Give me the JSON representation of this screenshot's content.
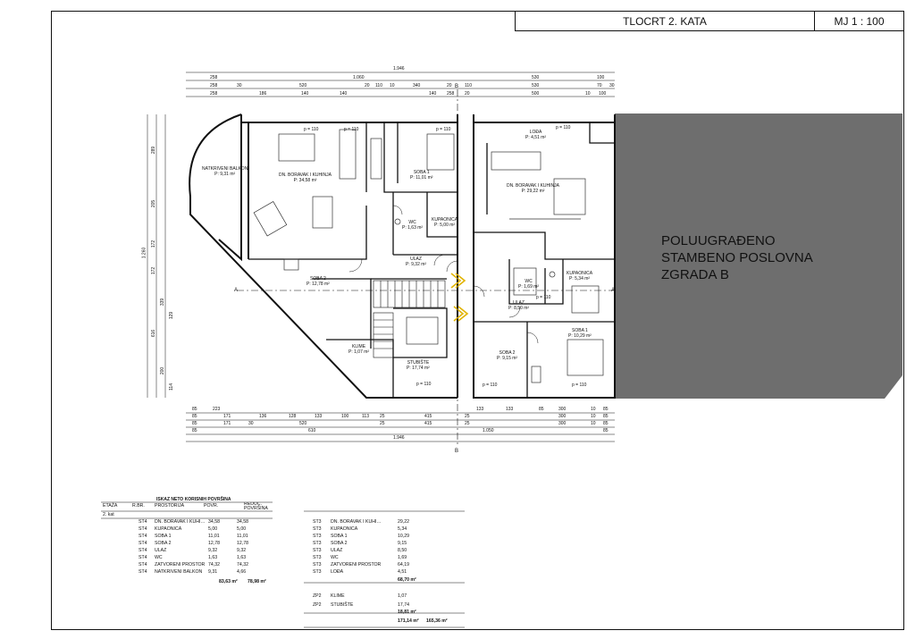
{
  "title": {
    "sheet": "TLOCRT 2. KATA",
    "scale": "MJ 1 : 100"
  },
  "adjacent_building": {
    "line1": "POLUUGRAĐENO",
    "line2": "STAMBENO POSLOVNA",
    "line3": "ZGRADA B",
    "color": "#6e6e6e"
  },
  "dimensions": {
    "top_total": "1.946",
    "top_row2": [
      "258",
      "1.060",
      "530",
      "100"
    ],
    "top_row3": [
      "258",
      "30",
      "520",
      "20",
      "110",
      "10",
      "340",
      "20",
      "110",
      "530",
      "70",
      "30"
    ],
    "top_row4": [
      "258",
      "186",
      "140",
      "140",
      "140",
      "258",
      "20",
      "500",
      "10",
      "100"
    ],
    "bottom_row1": [
      "85",
      "223",
      "133",
      "133",
      "85",
      "300",
      "10",
      "85"
    ],
    "bottom_row2": [
      "85",
      "171",
      "136",
      "128",
      "133",
      "100",
      "113",
      "25",
      "415",
      "25",
      "300",
      "10",
      "85"
    ],
    "bottom_row3": [
      "85",
      "171",
      "30",
      "520",
      "25",
      "415",
      "25",
      "300",
      "10",
      "85"
    ],
    "bottom_row4": [
      "85",
      "610",
      "1.050",
      "85"
    ],
    "bottom_total": "1.946",
    "left_total": "1.260",
    "left_segments": [
      "289",
      "205",
      "172",
      "172",
      "339",
      "129",
      "114",
      "200"
    ],
    "left_616": "616"
  },
  "rooms": {
    "natkriveni_balkon": {
      "name": "NATKRIVENI BALKON",
      "area": "P: 9,31 m²"
    },
    "dn_boravak_left": {
      "name": "DN. BORAVAK I KUHINJA",
      "area": "P: 34,58 m²"
    },
    "soba1_left": {
      "name": "SOBA 1",
      "area": "P: 11,01 m²"
    },
    "kupaonica_left": {
      "name": "KUPAONICA",
      "area": "P: 5,00 m²"
    },
    "wc_left": {
      "name": "WC",
      "area": "P: 1,63 m²"
    },
    "ulaz_left": {
      "name": "ULAZ",
      "area": "P: 9,32 m²"
    },
    "soba2_left": {
      "name": "SOBA 2",
      "area": "P: 12,78 m²"
    },
    "klime": {
      "name": "KLIME",
      "area": "P: 1,07 m²"
    },
    "stubiste": {
      "name": "STUBIŠTE",
      "area": "P: 17,74 m²"
    },
    "lodja": {
      "name": "LOĐA",
      "area": "P: 4,51 m²"
    },
    "dn_boravak_right": {
      "name": "DN. BORAVAK I KUHINJA",
      "area": "P: 29,22 m²"
    },
    "kupaonica_right": {
      "name": "KUPAONICA",
      "area": "P: 5,34 m²"
    },
    "wc_right": {
      "name": "WC",
      "area": "P: 1,69 m²"
    },
    "ulaz_right": {
      "name": "ULAZ",
      "area": "P: 8,50 m²"
    },
    "soba2_right": {
      "name": "SOBA 2",
      "area": "P: 9,15 m²"
    },
    "soba1_right": {
      "name": "SOBA 1",
      "area": "P: 10,29 m²"
    }
  },
  "openings": [
    "p = 110",
    "p = 110",
    "p = 110",
    "p = 110",
    "p = 110",
    "p = 110",
    "p = 110",
    "p = 110"
  ],
  "section_marks": [
    "A",
    "A",
    "B",
    "B"
  ],
  "table": {
    "heading": "ISKAZ NETO KORISNIH POVRŠINA",
    "headers": [
      "ETAŽA",
      "R.BR.",
      "PROSTORIJA",
      "POVR.",
      "REDUC. POVRŠINA"
    ],
    "floor": "2. kat",
    "left_rows": [
      [
        "ST4",
        "DN. BORAVAK I KUHI…",
        "34,58",
        "34,58"
      ],
      [
        "ST4",
        "KUPAONICA",
        "5,00",
        "5,00"
      ],
      [
        "ST4",
        "SOBA 1",
        "11,01",
        "11,01"
      ],
      [
        "ST4",
        "SOBA 2",
        "12,78",
        "12,78"
      ],
      [
        "ST4",
        "ULAZ",
        "9,32",
        "9,32"
      ],
      [
        "ST4",
        "WC",
        "1,63",
        "1,63"
      ],
      [
        "ST4",
        "ZATVORENI PROSTOR",
        "74,32",
        "74,32"
      ],
      [
        "ST4",
        "NATKRIVENI BALKON",
        "9,31",
        "4,66"
      ]
    ],
    "left_totals": [
      "83,63 m²",
      "78,98 m²"
    ],
    "right_rows": [
      [
        "ST3",
        "DN. BORAVAK I KUHI…",
        "29,22"
      ],
      [
        "ST3",
        "KUPAONICA",
        "5,34"
      ],
      [
        "ST3",
        "SOBA 1",
        "10,29"
      ],
      [
        "ST3",
        "SOBA 2",
        "9,15"
      ],
      [
        "ST3",
        "ULAZ",
        "8,50"
      ],
      [
        "ST3",
        "WC",
        "1,69"
      ],
      [
        "ST3",
        "ZATVORENI PROSTOR",
        "64,19"
      ],
      [
        "ST3",
        "LOĐA",
        "4,51"
      ]
    ],
    "right_subtotal": "68,70 m²",
    "zp_rows": [
      [
        "ZP2",
        "KLIME",
        "1,07"
      ],
      [
        "ZP2",
        "STUBIŠTE",
        "17,74"
      ]
    ],
    "zp_subtotal": "18,81 m²",
    "grand_totals": [
      "171,14 m²",
      "165,36 m²"
    ]
  }
}
